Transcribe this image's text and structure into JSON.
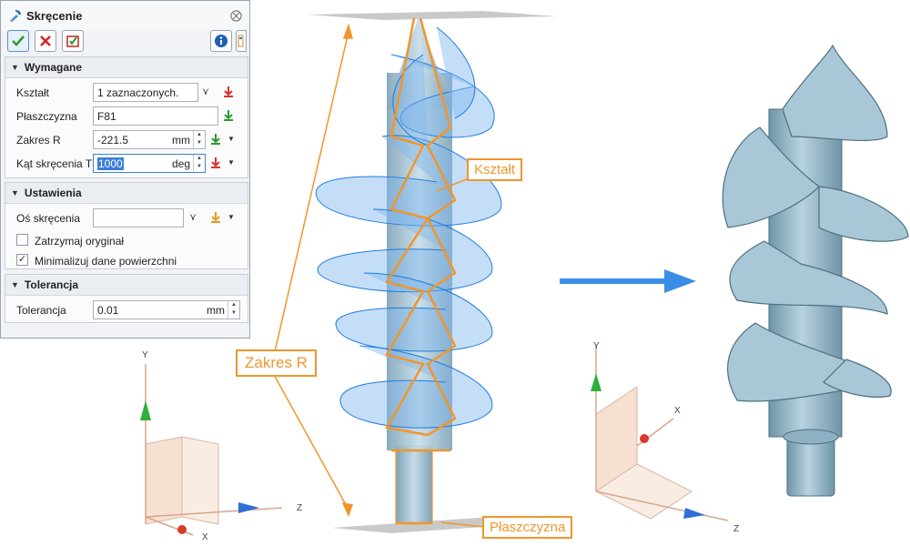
{
  "dialog": {
    "title": "Skręcenie",
    "collapse_glyph": "⨂",
    "toolbar": {
      "ok": "check-icon",
      "cancel": "x-icon",
      "apply": "apply-icon",
      "info": "info-icon",
      "help": "help-icon"
    },
    "sections": {
      "required": {
        "title": "Wymagane",
        "shape": {
          "label": "Kształt",
          "value": "1 zaznaczonych."
        },
        "plane": {
          "label": "Płaszczyzna",
          "value": "F81"
        },
        "range": {
          "label": "Zakres R",
          "value": "-221.5",
          "unit": "mm"
        },
        "angle": {
          "label": "Kąt skręcenia T",
          "value": "1000",
          "unit": "deg"
        }
      },
      "settings": {
        "title": "Ustawienia",
        "axis": {
          "label": "Oś skręcenia",
          "value": ""
        },
        "keep_original": {
          "label": "Zatrzymaj oryginał",
          "checked": false
        },
        "minimize": {
          "label": "Minimalizuj dane powierzchni",
          "checked": true
        }
      },
      "tolerance": {
        "title": "Tolerancja",
        "tol": {
          "label": "Tolerancja",
          "value": "0.01",
          "unit": "mm"
        }
      }
    }
  },
  "viewport": {
    "callouts": {
      "shape": "Kształt",
      "range": "Zakres R",
      "plane": "Płaszczyzna"
    },
    "triad_left": {
      "y": "Y",
      "z": "Z",
      "x": "X"
    },
    "triad_right": {
      "y": "Y",
      "z": "Z",
      "x": "X"
    }
  },
  "colors": {
    "accent": "#f0962c",
    "wire": "#1e7be0",
    "solid": "#a9c7d6",
    "arrow": "#3a8ee6"
  }
}
